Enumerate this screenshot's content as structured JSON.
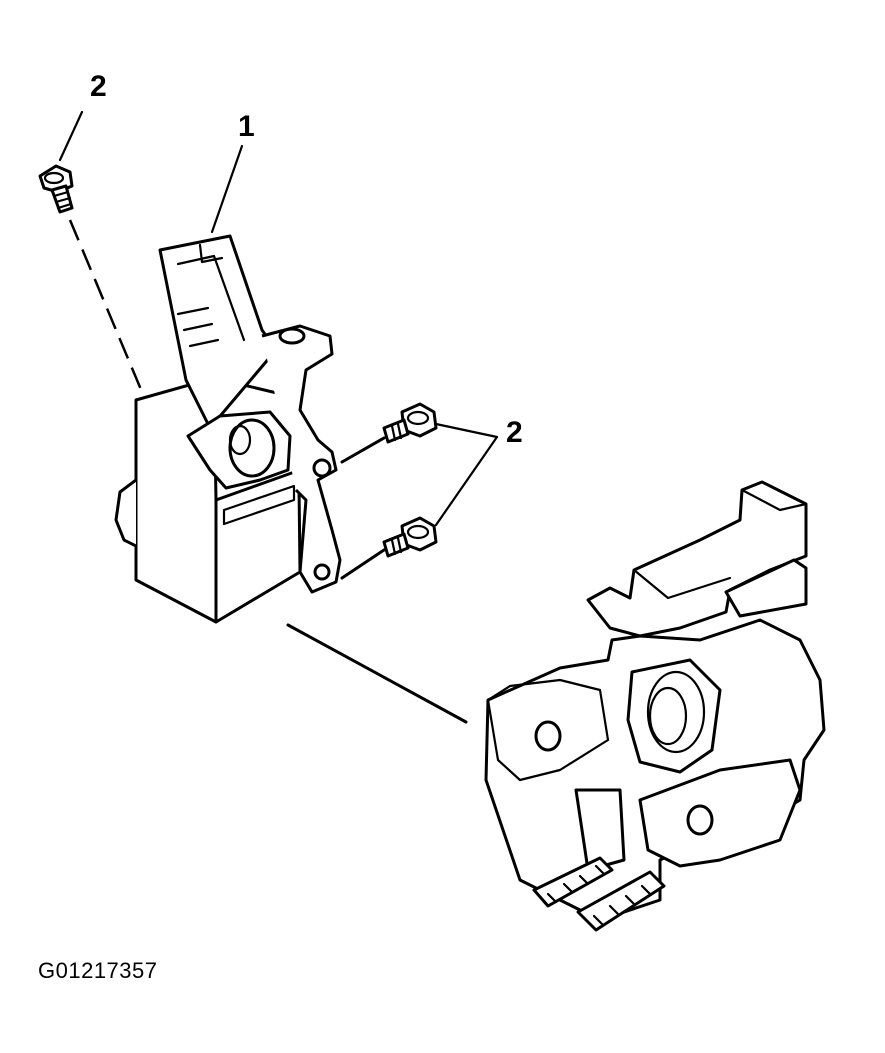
{
  "callouts": {
    "screw_top": "2",
    "part_1": "1",
    "screws_right": "2"
  },
  "figure_id": "G01217357"
}
